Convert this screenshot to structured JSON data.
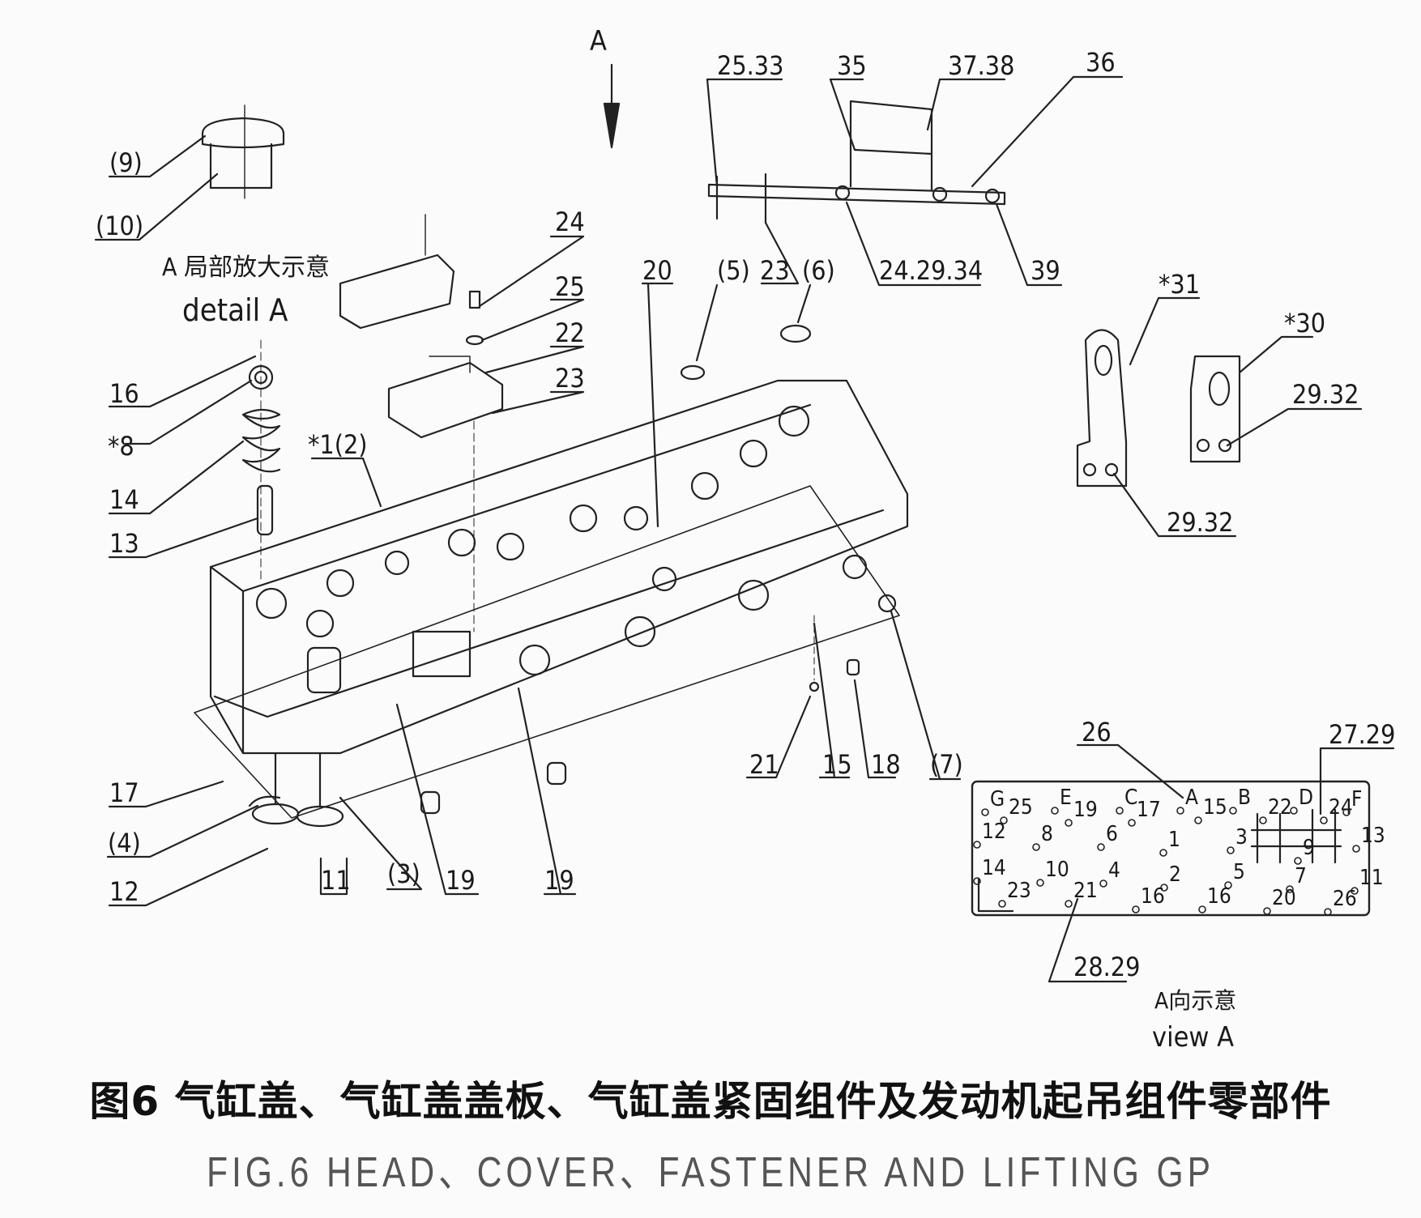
{
  "view_arrow_label": "A",
  "detail_caption": {
    "cn": "A 局部放大示意",
    "en": "detail A"
  },
  "view_caption": {
    "cn": "A向示意",
    "en": "view A"
  },
  "figure_caption": {
    "cn": "图6 气缸盖、气缸盖盖板、气缸盖紧固组件及发动机起吊组件零部件",
    "en": "FIG.6 HEAD、COVER、FASTENER AND LIFTING GP"
  },
  "callouts": {
    "p9": "(9)",
    "p10": "(10)",
    "p16": "16",
    "p8": "*8",
    "p14": "14",
    "p13": "13",
    "p17": "17",
    "p4": "(4)",
    "p12": "12",
    "p11": "11",
    "p3": "(3)",
    "p19a": "19",
    "p19b": "19",
    "p1_2": "*1(2)",
    "p24": "24",
    "p25": "25",
    "p22": "22",
    "p23a": "23",
    "p20": "20",
    "p5": "(5)",
    "p23b": "23",
    "p6": "(6)",
    "p25_33": "25.33",
    "p35": "35",
    "p37_38": "37.38",
    "p36": "36",
    "p24_29_34": "24.29.34",
    "p39": "39",
    "p31": "*31",
    "p30": "*30",
    "p29_32a": "29.32",
    "p29_32b": "29.32",
    "p21": "21",
    "p15": "15",
    "p18": "18",
    "p7": "(7)",
    "p26": "26",
    "p27_29": "27.29",
    "p28_29": "28.29"
  },
  "bolt_pattern": [
    {
      "t": "G"
    },
    {
      "t": "25"
    },
    {
      "t": "E"
    },
    {
      "t": "19"
    },
    {
      "t": "C"
    },
    {
      "t": "17"
    },
    {
      "t": "A"
    },
    {
      "t": "15"
    },
    {
      "t": "B"
    },
    {
      "t": "22"
    },
    {
      "t": "D"
    },
    {
      "t": "24"
    },
    {
      "t": "F"
    },
    {
      "t": "12"
    },
    {
      "t": "8"
    },
    {
      "t": "6"
    },
    {
      "t": "1"
    },
    {
      "t": "3"
    },
    {
      "t": "9"
    },
    {
      "t": "13"
    },
    {
      "t": "14"
    },
    {
      "t": "10"
    },
    {
      "t": "4"
    },
    {
      "t": "2"
    },
    {
      "t": "5"
    },
    {
      "t": "7"
    },
    {
      "t": "11"
    },
    {
      "t": "23"
    },
    {
      "t": "21"
    },
    {
      "t": "16"
    },
    {
      "t": "16"
    },
    {
      "t": "20"
    },
    {
      "t": "26"
    }
  ]
}
